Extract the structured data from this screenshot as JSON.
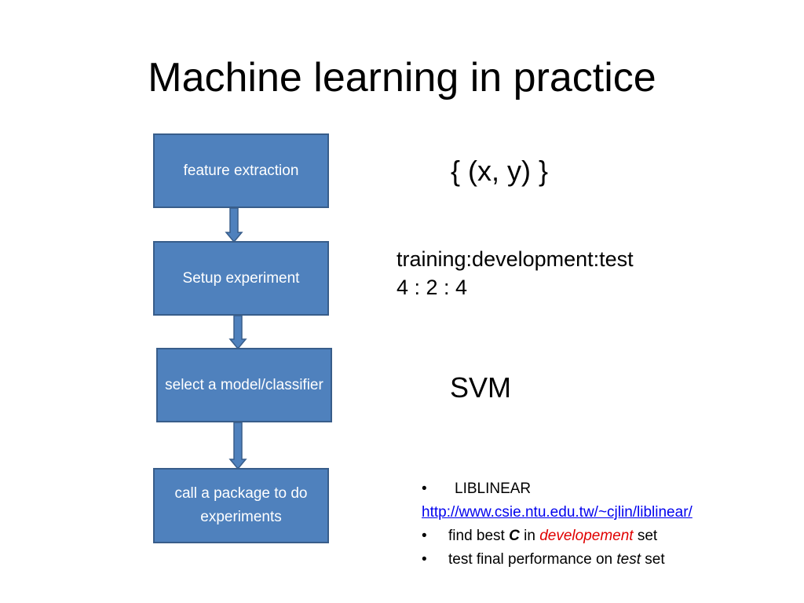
{
  "title": "Machine learning in practice",
  "flow": {
    "colors": {
      "fill": "#4f81bd",
      "border": "#385d8a",
      "text": "#ffffff"
    },
    "steps": [
      {
        "label": "feature extraction"
      },
      {
        "label": "Setup experiment"
      },
      {
        "label": "select a model/classifier"
      },
      {
        "label": "call a package to do experiments"
      }
    ]
  },
  "right": {
    "data_notation": "{ (x, y) }",
    "split_label": "training:development:test",
    "split_ratio": "4 : 2 : 4",
    "model": "SVM"
  },
  "bullets": {
    "glyph": "•",
    "item1": {
      "label": "LIBLINEAR",
      "link": "http://www.csie.ntu.edu.tw/~cjlin/liblinear/"
    },
    "item2": {
      "pre": "find best ",
      "emph": "C",
      "mid": " in ",
      "highlight": "developement",
      "post": " set",
      "highlight_color": "#e00000"
    },
    "item3": {
      "pre": "test final performance on ",
      "emph": "test",
      "post": " set"
    }
  }
}
